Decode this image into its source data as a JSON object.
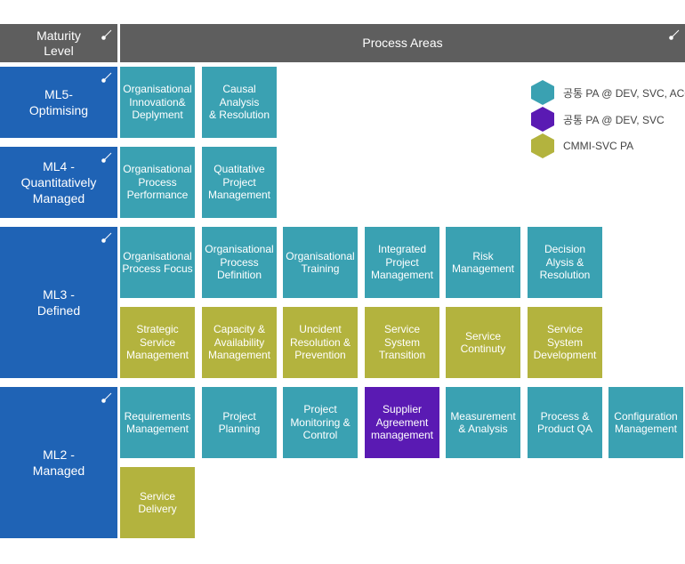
{
  "header": {
    "maturity_level": "Maturity\nLevel",
    "process_areas": "Process Areas"
  },
  "levels": {
    "ml5": "ML5-\nOptimising",
    "ml4": "ML4 -\nQuantitatively\nManaged",
    "ml3": "ML3 -\nDefined",
    "ml2": "ML2 -\nManaged"
  },
  "process_areas": {
    "oid": "Organisational\nInnovation&\nDeplyment",
    "car": "Causal Analysis\n& Resolution",
    "opp": "Organisational\nProcess\nPerformance",
    "qpm": "Quatitative\nProject\nManagement",
    "opf": "Organisational\nProcess Focus",
    "opd": "Organisational\nProcess\nDefinition",
    "ot": "Organisational\nTraining",
    "ipm": "Integrated\nProject\nManagement",
    "rskm": "Risk\nManagement",
    "dar": "Decision\nAlysis &\nResolution",
    "stsm": "Strategic\nService\nManagement",
    "cam": "Capacity &\nAvailability\nManagement",
    "irp": "Uncident\nResolution &\nPrevention",
    "sst": "Service System\nTransition",
    "scon": "Service\nContinuty",
    "ssd": "Service System\nDevelopment",
    "reqm": "Requirements\nManagement",
    "pp": "Project\nPlanning",
    "pmc": "Project\nMonitoring &\nControl",
    "sam": "Supplier\nAgreement\nmanagement",
    "ma": "Measurement\n& Analysis",
    "ppqa": "Process &\nProduct QA",
    "cm": "Configuration\nManagement",
    "sd": "Service\nDelivery"
  },
  "legend": [
    {
      "label": "공통 PA @ DEV, SVC, ACQ",
      "color": "#3aa1b2"
    },
    {
      "label": "공통 PA @ DEV, SVC",
      "color": "#5a1ab3"
    },
    {
      "label": "CMMI-SVC PA",
      "color": "#b3b33e"
    }
  ],
  "colors": {
    "header": "#5e5e5e",
    "level": "#1f63b5",
    "teal": "#3aa1b2",
    "purple": "#5a1ab3",
    "olive": "#b3b33e"
  },
  "icons": {
    "corner": "pin-corner-icon",
    "legend_marker": "hexagon-icon"
  }
}
